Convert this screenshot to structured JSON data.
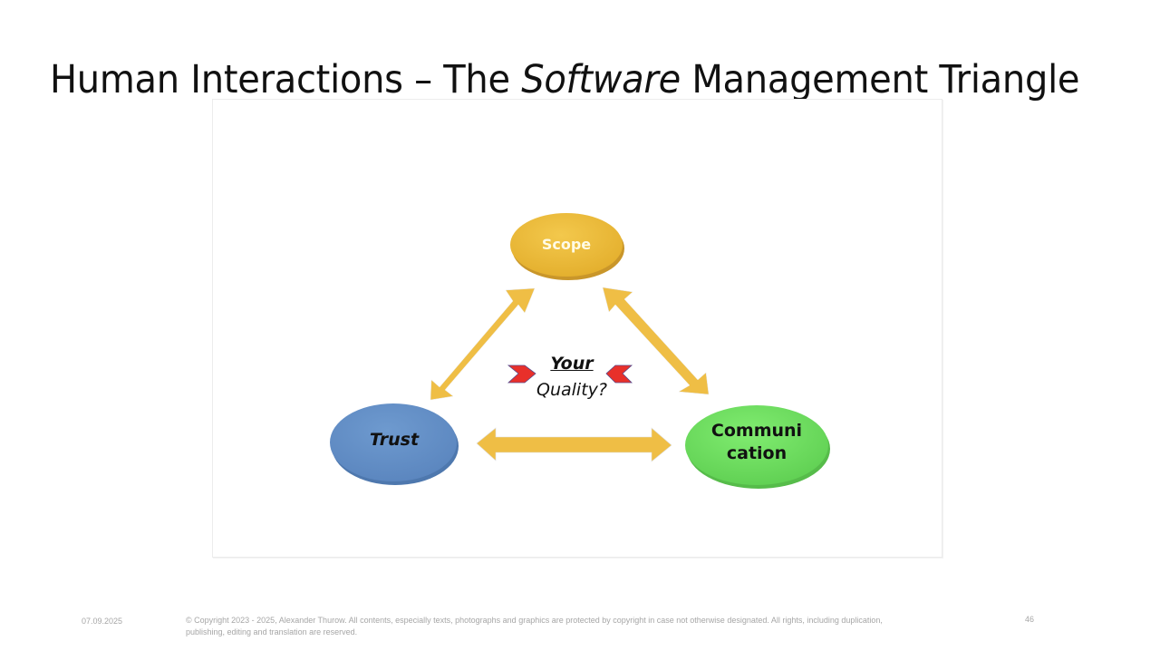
{
  "slide": {
    "title": {
      "part1": "Human Interactions – The ",
      "emphasis": "Software",
      "part2": " Management Triangle"
    },
    "diagram": {
      "nodes": [
        {
          "id": "scope",
          "label": "Scope",
          "color": "#ECBA3A"
        },
        {
          "id": "trust",
          "label": "Trust",
          "color": "#6693C9"
        },
        {
          "id": "communication",
          "label_line1": "Communi",
          "label_line2": "cation",
          "color": "#76E266"
        }
      ],
      "center": {
        "line1": "Your",
        "line2": "Quality?"
      },
      "arrow_color": "#EFBE45",
      "chevron_color": "#E8302A"
    },
    "footer": {
      "date": "07.09.2025",
      "copyright_line1": "© Copyright 2023 - 2025, Alexander Thurow. All contents, especially texts, photographs and graphics are protected by copyright in case not otherwise designated. All rights, including duplication,",
      "copyright_line2": "publishing, editing and translation are reserved.",
      "page_number": "46"
    }
  }
}
